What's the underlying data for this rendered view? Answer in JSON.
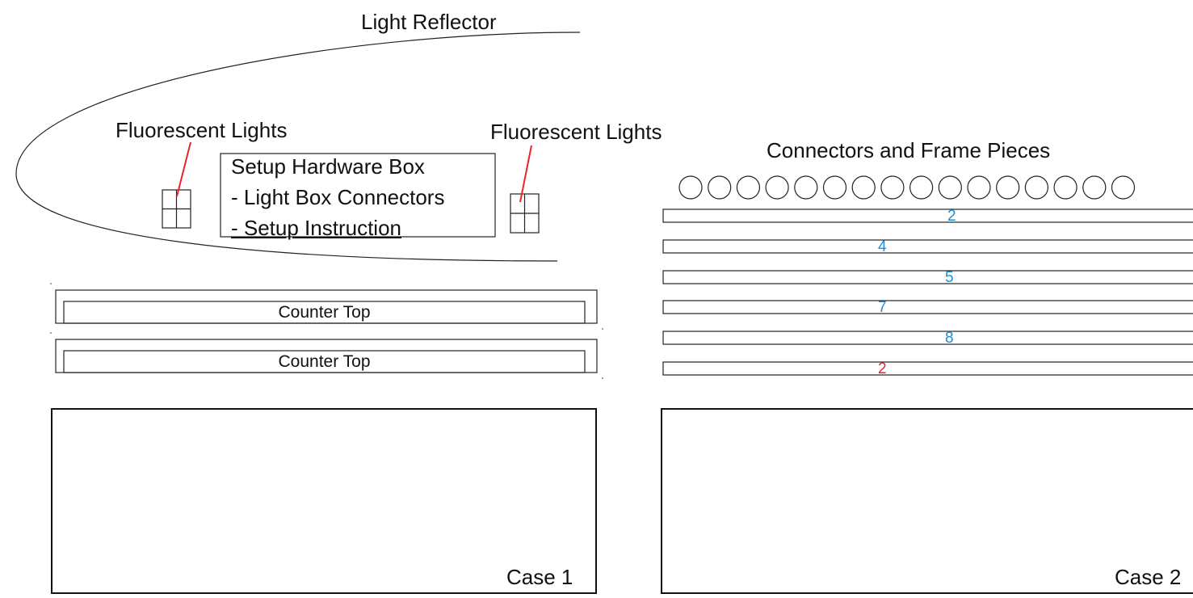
{
  "reflector": {
    "label": "Light Reflector"
  },
  "lights": {
    "left_label": "Fluorescent Lights",
    "right_label": "Fluorescent Lights",
    "pointer_color": "#e8262a"
  },
  "hardware_box": {
    "lines": [
      "Setup Hardware Box",
      "- Light Box Connectors",
      "- Setup Instruction"
    ]
  },
  "counter_tops": [
    "Counter Top",
    "Counter Top"
  ],
  "connectors": {
    "title": "Connectors and Frame Pieces",
    "circle_count": 16,
    "frame_pieces": [
      {
        "label": "2",
        "color": "#1b8fd1"
      },
      {
        "label": "4",
        "color": "#1b8fd1"
      },
      {
        "label": "5",
        "color": "#1b8fd1"
      },
      {
        "label": "7",
        "color": "#1b8fd1"
      },
      {
        "label": "8",
        "color": "#1b8fd1"
      },
      {
        "label": "2",
        "color": "#e8262a"
      }
    ]
  },
  "cases": [
    "Case 1",
    "Case 2"
  ]
}
